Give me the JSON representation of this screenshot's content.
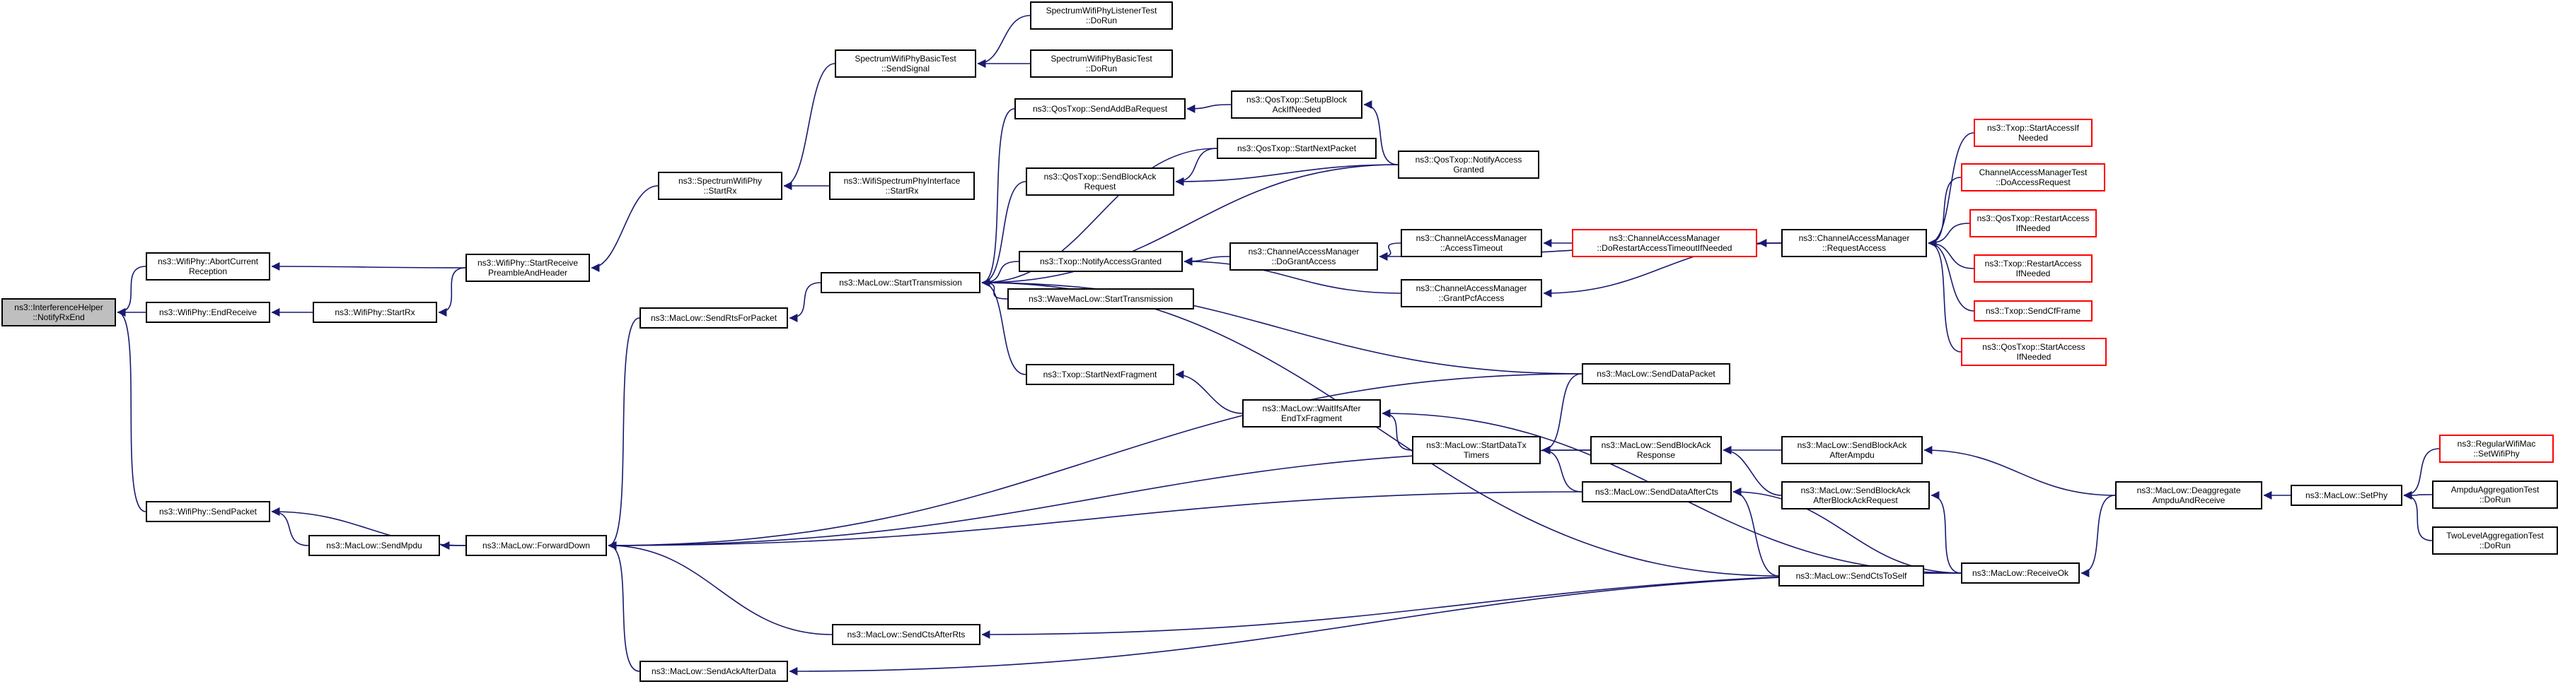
{
  "colors": {
    "edge": "#191970",
    "node_border": "#000000",
    "highlight_border": "#ff0000",
    "root_fill": "#bfbfbf"
  },
  "nodes": [
    {
      "id": "n01",
      "lines": [
        "ns3::InterferenceHelper",
        "::NotifyRxEnd"
      ],
      "style": "root"
    },
    {
      "id": "n02",
      "lines": [
        "ns3::WifiPhy::AbortCurrent",
        "Reception"
      ]
    },
    {
      "id": "n03",
      "lines": [
        "ns3::WifiPhy::EndReceive"
      ]
    },
    {
      "id": "n04",
      "lines": [
        "ns3::WifiPhy::SendPacket"
      ]
    },
    {
      "id": "n05",
      "lines": [
        "ns3::WifiPhy::StartReceive",
        "PreambleAndHeader"
      ]
    },
    {
      "id": "n06",
      "lines": [
        "ns3::WifiPhy::StartRx"
      ]
    },
    {
      "id": "n07",
      "lines": [
        "ns3::MacLow::SendMpdu"
      ]
    },
    {
      "id": "n08",
      "lines": [
        "ns3::MacLow::ForwardDown"
      ]
    },
    {
      "id": "n09",
      "lines": [
        "ns3::SpectrumWifiPhy",
        "::StartRx"
      ]
    },
    {
      "id": "n10",
      "lines": [
        "SpectrumWifiPhyBasicTest",
        "::SendSignal"
      ]
    },
    {
      "id": "n11",
      "lines": [
        "SpectrumWifiPhyListenerTest",
        "::DoRun"
      ]
    },
    {
      "id": "n12",
      "lines": [
        "SpectrumWifiPhyBasicTest",
        "::DoRun"
      ]
    },
    {
      "id": "n13",
      "lines": [
        "ns3::WifiSpectrumPhyInterface",
        "::StartRx"
      ]
    },
    {
      "id": "n14",
      "lines": [
        "ns3::MacLow::SendRtsForPacket"
      ]
    },
    {
      "id": "n15",
      "lines": [
        "ns3::MacLow::StartTransmission"
      ]
    },
    {
      "id": "n16",
      "lines": [
        "ns3::QosTxop::SendAddBaRequest"
      ]
    },
    {
      "id": "n17",
      "lines": [
        "ns3::QosTxop::SendBlockAck",
        "Request"
      ]
    },
    {
      "id": "n18",
      "lines": [
        "ns3::Txop::NotifyAccessGranted"
      ]
    },
    {
      "id": "n19",
      "lines": [
        "ns3::WaveMacLow::StartTransmission"
      ]
    },
    {
      "id": "n20",
      "lines": [
        "ns3::Txop::StartNextFragment"
      ]
    },
    {
      "id": "n21",
      "lines": [
        "ns3::QosTxop::SetupBlock",
        "AckIfNeeded"
      ]
    },
    {
      "id": "n22",
      "lines": [
        "ns3::QosTxop::StartNextPacket"
      ]
    },
    {
      "id": "n23",
      "lines": [
        "ns3::QosTxop::NotifyAccess",
        "Granted"
      ]
    },
    {
      "id": "n24",
      "lines": [
        "ns3::ChannelAccessManager",
        "::DoGrantAccess"
      ]
    },
    {
      "id": "n25",
      "lines": [
        "ns3::ChannelAccessManager",
        "::AccessTimeout"
      ]
    },
    {
      "id": "n26",
      "lines": [
        "ns3::ChannelAccessManager",
        "::DoRestartAccessTimeoutIfNeeded"
      ],
      "style": "red"
    },
    {
      "id": "n27",
      "lines": [
        "ns3::ChannelAccessManager",
        "::GrantPcfAccess"
      ]
    },
    {
      "id": "n28",
      "lines": [
        "ns3::ChannelAccessManager",
        "::RequestAccess"
      ]
    },
    {
      "id": "n29",
      "lines": [
        "ns3::Txop::StartAccessIf",
        "Needed"
      ],
      "style": "red"
    },
    {
      "id": "n30",
      "lines": [
        "ChannelAccessManagerTest",
        "::DoAccessRequest"
      ],
      "style": "red"
    },
    {
      "id": "n31",
      "lines": [
        "ns3::QosTxop::RestartAccess",
        "IfNeeded"
      ],
      "style": "red"
    },
    {
      "id": "n32",
      "lines": [
        "ns3::Txop::RestartAccess",
        "IfNeeded"
      ],
      "style": "red"
    },
    {
      "id": "n33",
      "lines": [
        "ns3::Txop::SendCfFrame"
      ],
      "style": "red"
    },
    {
      "id": "n34",
      "lines": [
        "ns3::QosTxop::StartAccess",
        "IfNeeded"
      ],
      "style": "red"
    },
    {
      "id": "n35",
      "lines": [
        "ns3::MacLow::WaitIfsAfter",
        "EndTxFragment"
      ]
    },
    {
      "id": "n36",
      "lines": [
        "ns3::MacLow::SendDataPacket"
      ]
    },
    {
      "id": "n37",
      "lines": [
        "ns3::MacLow::StartDataTx",
        "Timers"
      ]
    },
    {
      "id": "n38",
      "lines": [
        "ns3::MacLow::SendBlockAck",
        "Response"
      ]
    },
    {
      "id": "n39",
      "lines": [
        "ns3::MacLow::SendDataAfterCts"
      ]
    },
    {
      "id": "n40",
      "lines": [
        "ns3::MacLow::SendBlockAck",
        "AfterAmpdu"
      ]
    },
    {
      "id": "n41",
      "lines": [
        "ns3::MacLow::SendBlockAck",
        "AfterBlockAckRequest"
      ]
    },
    {
      "id": "n42",
      "lines": [
        "ns3::MacLow::ReceiveOk"
      ]
    },
    {
      "id": "n43",
      "lines": [
        "ns3::MacLow::SendCtsToSelf"
      ]
    },
    {
      "id": "n44",
      "lines": [
        "ns3::MacLow::SendCtsAfterRts"
      ]
    },
    {
      "id": "n45",
      "lines": [
        "ns3::MacLow::SendAckAfterData"
      ]
    },
    {
      "id": "n46",
      "lines": [
        "ns3::MacLow::Deaggregate",
        "AmpduAndReceive"
      ]
    },
    {
      "id": "n47",
      "lines": [
        "ns3::MacLow::SetPhy"
      ]
    },
    {
      "id": "n48",
      "lines": [
        "ns3::RegularWifiMac",
        "::SetWifiPhy"
      ],
      "style": "red"
    },
    {
      "id": "n49",
      "lines": [
        "AmpduAggregationTest",
        "::DoRun"
      ]
    },
    {
      "id": "n50",
      "lines": [
        "TwoLevelAggregationTest",
        "::DoRun"
      ]
    }
  ],
  "edges": [
    [
      "n02",
      "n01"
    ],
    [
      "n03",
      "n01"
    ],
    [
      "n04",
      "n01"
    ],
    [
      "n05",
      "n02"
    ],
    [
      "n06",
      "n03"
    ],
    [
      "n05",
      "n06"
    ],
    [
      "n07",
      "n04"
    ],
    [
      "n08",
      "n04"
    ],
    [
      "n08",
      "n07"
    ],
    [
      "n09",
      "n05"
    ],
    [
      "n10",
      "n09"
    ],
    [
      "n11",
      "n10"
    ],
    [
      "n12",
      "n10"
    ],
    [
      "n13",
      "n09"
    ],
    [
      "n14",
      "n08"
    ],
    [
      "n15",
      "n14"
    ],
    [
      "n16",
      "n15"
    ],
    [
      "n17",
      "n15"
    ],
    [
      "n18",
      "n15"
    ],
    [
      "n19",
      "n15"
    ],
    [
      "n20",
      "n15"
    ],
    [
      "n22",
      "n15"
    ],
    [
      "n23",
      "n15"
    ],
    [
      "n36",
      "n15"
    ],
    [
      "n43",
      "n15"
    ],
    [
      "n21",
      "n16"
    ],
    [
      "n23",
      "n21"
    ],
    [
      "n22",
      "n17"
    ],
    [
      "n23",
      "n17"
    ],
    [
      "n24",
      "n18"
    ],
    [
      "n25",
      "n24"
    ],
    [
      "n28",
      "n24"
    ],
    [
      "n27",
      "n18"
    ],
    [
      "n28",
      "n27"
    ],
    [
      "n26",
      "n25"
    ],
    [
      "n28",
      "n26"
    ],
    [
      "n29",
      "n28"
    ],
    [
      "n30",
      "n28"
    ],
    [
      "n31",
      "n28"
    ],
    [
      "n32",
      "n28"
    ],
    [
      "n33",
      "n28"
    ],
    [
      "n34",
      "n28"
    ],
    [
      "n35",
      "n20"
    ],
    [
      "n37",
      "n35"
    ],
    [
      "n36",
      "n37"
    ],
    [
      "n42",
      "n35"
    ],
    [
      "n38",
      "n37"
    ],
    [
      "n39",
      "n37"
    ],
    [
      "n40",
      "n38"
    ],
    [
      "n41",
      "n38"
    ],
    [
      "n46",
      "n40"
    ],
    [
      "n42",
      "n41"
    ],
    [
      "n42",
      "n39"
    ],
    [
      "n43",
      "n39"
    ],
    [
      "n36",
      "n08"
    ],
    [
      "n38",
      "n08"
    ],
    [
      "n39",
      "n08"
    ],
    [
      "n44",
      "n08"
    ],
    [
      "n45",
      "n08"
    ],
    [
      "n42",
      "n44"
    ],
    [
      "n42",
      "n45"
    ],
    [
      "n46",
      "n42"
    ],
    [
      "n47",
      "n46"
    ],
    [
      "n48",
      "n47"
    ],
    [
      "n49",
      "n47"
    ],
    [
      "n50",
      "n47"
    ]
  ]
}
